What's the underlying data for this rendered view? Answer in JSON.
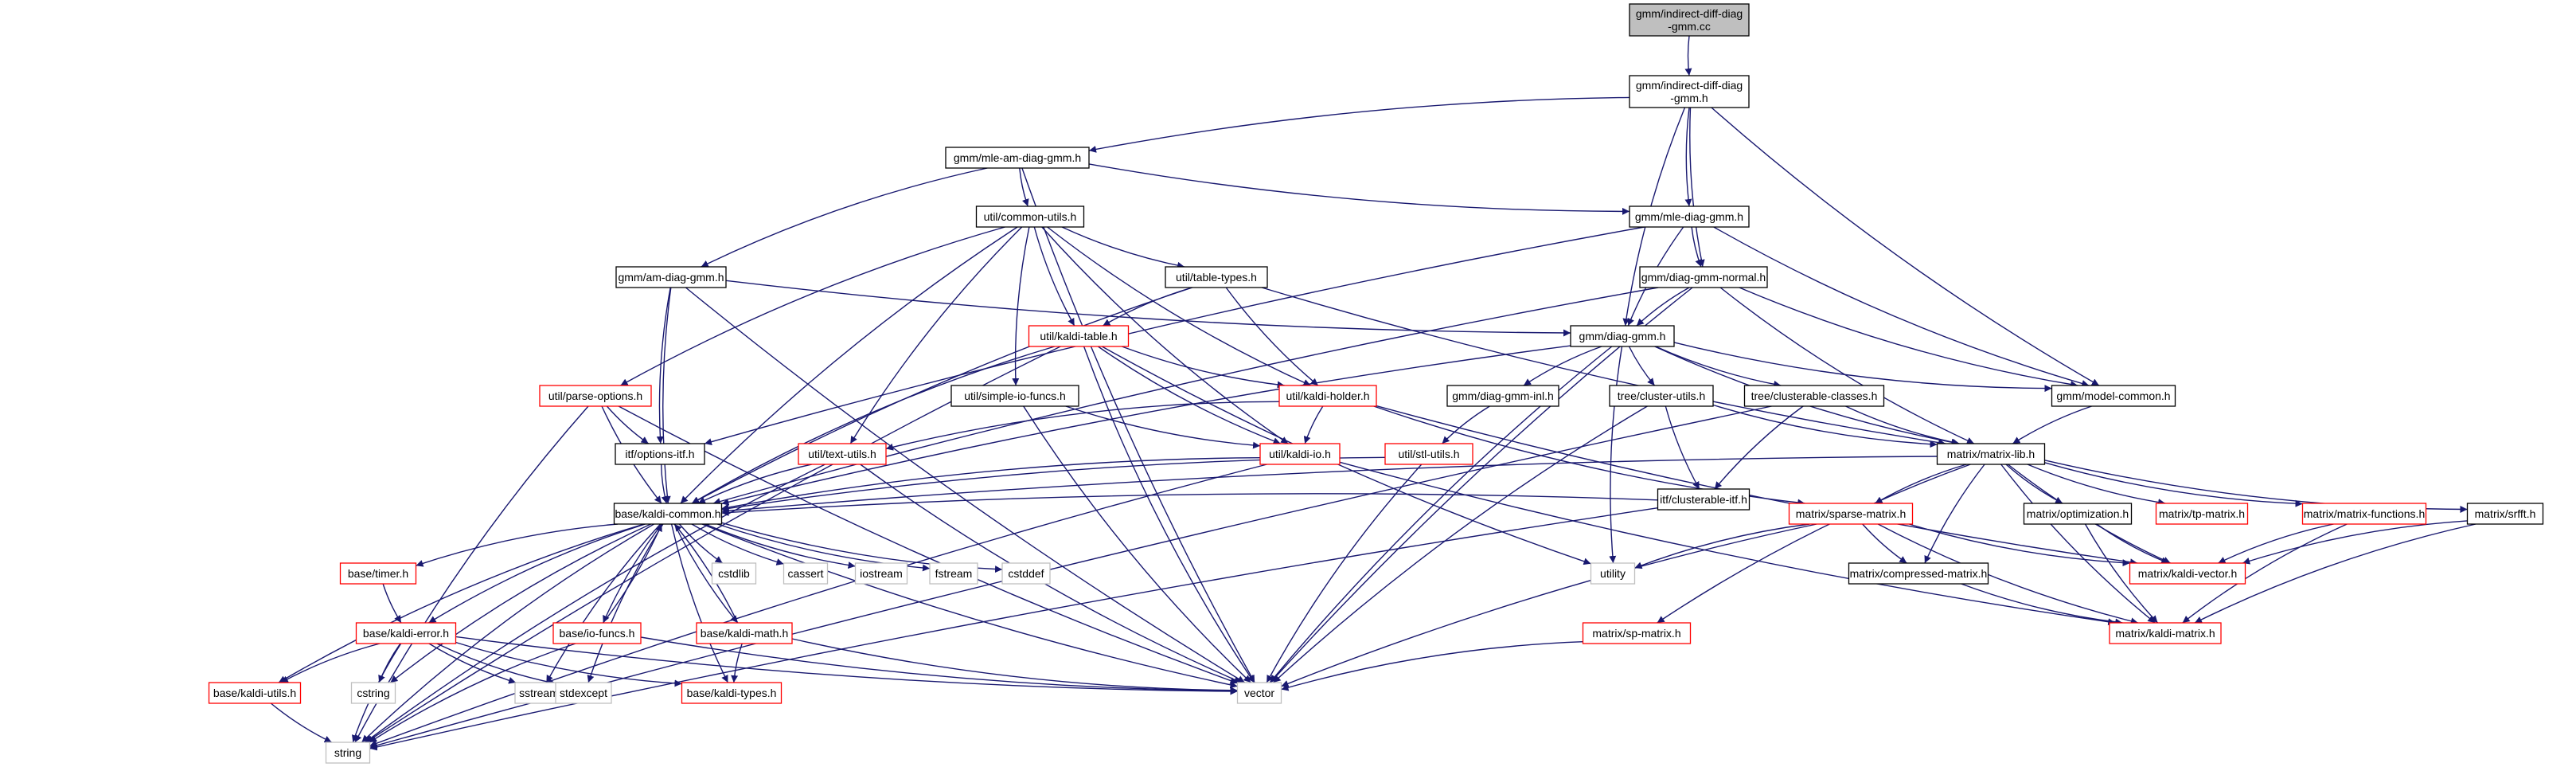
{
  "graph": {
    "nodes": [
      {
        "id": "root",
        "label": "gmm/indirect-diff-diag\n-gmm.cc",
        "kind": "root"
      },
      {
        "id": "indirect_h",
        "label": "gmm/indirect-diff-diag\n-gmm.h",
        "kind": "normal"
      },
      {
        "id": "mle_am",
        "label": "gmm/mle-am-diag-gmm.h",
        "kind": "normal"
      },
      {
        "id": "mle_diag",
        "label": "gmm/mle-diag-gmm.h",
        "kind": "normal"
      },
      {
        "id": "common_utils",
        "label": "util/common-utils.h",
        "kind": "normal"
      },
      {
        "id": "am_diag",
        "label": "gmm/am-diag-gmm.h",
        "kind": "normal"
      },
      {
        "id": "table_types",
        "label": "util/table-types.h",
        "kind": "normal"
      },
      {
        "id": "diag_normal",
        "label": "gmm/diag-gmm-normal.h",
        "kind": "normal"
      },
      {
        "id": "kaldi_table",
        "label": "util/kaldi-table.h",
        "kind": "red"
      },
      {
        "id": "diag_gmm",
        "label": "gmm/diag-gmm.h",
        "kind": "normal"
      },
      {
        "id": "parse_options",
        "label": "util/parse-options.h",
        "kind": "red"
      },
      {
        "id": "simple_io",
        "label": "util/simple-io-funcs.h",
        "kind": "normal"
      },
      {
        "id": "kaldi_holder",
        "label": "util/kaldi-holder.h",
        "kind": "red"
      },
      {
        "id": "diag_inl",
        "label": "gmm/diag-gmm-inl.h",
        "kind": "normal"
      },
      {
        "id": "cluster_utils",
        "label": "tree/cluster-utils.h",
        "kind": "normal"
      },
      {
        "id": "clusterable_classes",
        "label": "tree/clusterable-classes.h",
        "kind": "normal"
      },
      {
        "id": "model_common",
        "label": "gmm/model-common.h",
        "kind": "normal"
      },
      {
        "id": "options_itf",
        "label": "itf/options-itf.h",
        "kind": "normal"
      },
      {
        "id": "text_utils",
        "label": "util/text-utils.h",
        "kind": "red"
      },
      {
        "id": "kaldi_io",
        "label": "util/kaldi-io.h",
        "kind": "red"
      },
      {
        "id": "stl_utils",
        "label": "util/stl-utils.h",
        "kind": "red"
      },
      {
        "id": "clusterable_itf",
        "label": "itf/clusterable-itf.h",
        "kind": "normal"
      },
      {
        "id": "matrix_lib",
        "label": "matrix/matrix-lib.h",
        "kind": "normal"
      },
      {
        "id": "kaldi_common",
        "label": "base/kaldi-common.h",
        "kind": "normal"
      },
      {
        "id": "sparse_matrix",
        "label": "matrix/sparse-matrix.h",
        "kind": "red"
      },
      {
        "id": "optimization",
        "label": "matrix/optimization.h",
        "kind": "normal"
      },
      {
        "id": "tp_matrix",
        "label": "matrix/tp-matrix.h",
        "kind": "red"
      },
      {
        "id": "matrix_functions",
        "label": "matrix/matrix-functions.h",
        "kind": "red"
      },
      {
        "id": "srfft",
        "label": "matrix/srfft.h",
        "kind": "normal"
      },
      {
        "id": "cstdlib",
        "label": "cstdlib",
        "kind": "sys"
      },
      {
        "id": "cassert",
        "label": "cassert",
        "kind": "sys"
      },
      {
        "id": "iostream",
        "label": "iostream",
        "kind": "sys"
      },
      {
        "id": "fstream",
        "label": "fstream",
        "kind": "sys"
      },
      {
        "id": "cstddef",
        "label": "cstddef",
        "kind": "sys"
      },
      {
        "id": "timer",
        "label": "base/timer.h",
        "kind": "red"
      },
      {
        "id": "utility",
        "label": "utility",
        "kind": "sys"
      },
      {
        "id": "compressed",
        "label": "matrix/compressed-matrix.h",
        "kind": "normal"
      },
      {
        "id": "kaldi_vector",
        "label": "matrix/kaldi-vector.h",
        "kind": "red"
      },
      {
        "id": "kaldi_error",
        "label": "base/kaldi-error.h",
        "kind": "red"
      },
      {
        "id": "io_funcs",
        "label": "base/io-funcs.h",
        "kind": "red"
      },
      {
        "id": "kaldi_math",
        "label": "base/kaldi-math.h",
        "kind": "red"
      },
      {
        "id": "sp_matrix",
        "label": "matrix/sp-matrix.h",
        "kind": "red"
      },
      {
        "id": "kaldi_matrix",
        "label": "matrix/kaldi-matrix.h",
        "kind": "red"
      },
      {
        "id": "cstring",
        "label": "cstring",
        "kind": "sys"
      },
      {
        "id": "sstream",
        "label": "sstream",
        "kind": "sys"
      },
      {
        "id": "stdexcept",
        "label": "stdexcept",
        "kind": "sys"
      },
      {
        "id": "vector",
        "label": "vector",
        "kind": "sys"
      },
      {
        "id": "kaldi_utils",
        "label": "base/kaldi-utils.h",
        "kind": "red"
      },
      {
        "id": "kaldi_types",
        "label": "base/kaldi-types.h",
        "kind": "red"
      },
      {
        "id": "string",
        "label": "string",
        "kind": "sys"
      }
    ],
    "edges": [
      [
        "root",
        "indirect_h"
      ],
      [
        "indirect_h",
        "mle_am"
      ],
      [
        "indirect_h",
        "diag_gmm"
      ],
      [
        "indirect_h",
        "mle_diag"
      ],
      [
        "indirect_h",
        "diag_normal"
      ],
      [
        "indirect_h",
        "model_common"
      ],
      [
        "mle_am",
        "am_diag"
      ],
      [
        "mle_am",
        "mle_diag"
      ],
      [
        "mle_am",
        "common_utils"
      ],
      [
        "mle_am",
        "vector"
      ],
      [
        "mle_diag",
        "diag_gmm"
      ],
      [
        "mle_diag",
        "diag_normal"
      ],
      [
        "mle_diag",
        "model_common"
      ],
      [
        "mle_diag",
        "options_itf"
      ],
      [
        "common_utils",
        "kaldi_common"
      ],
      [
        "common_utils",
        "parse_options"
      ],
      [
        "common_utils",
        "simple_io"
      ],
      [
        "common_utils",
        "kaldi_holder"
      ],
      [
        "common_utils",
        "kaldi_table"
      ],
      [
        "common_utils",
        "table_types"
      ],
      [
        "common_utils",
        "kaldi_io"
      ],
      [
        "common_utils",
        "text_utils"
      ],
      [
        "am_diag",
        "kaldi_common"
      ],
      [
        "am_diag",
        "diag_gmm"
      ],
      [
        "am_diag",
        "options_itf"
      ],
      [
        "am_diag",
        "vector"
      ],
      [
        "table_types",
        "kaldi_table"
      ],
      [
        "table_types",
        "kaldi_holder"
      ],
      [
        "table_types",
        "matrix_lib"
      ],
      [
        "table_types",
        "kaldi_common"
      ],
      [
        "diag_normal",
        "diag_gmm"
      ],
      [
        "diag_normal",
        "model_common"
      ],
      [
        "diag_normal",
        "matrix_lib"
      ],
      [
        "diag_normal",
        "vector"
      ],
      [
        "diag_normal",
        "kaldi_common"
      ],
      [
        "kaldi_table",
        "kaldi_holder"
      ],
      [
        "kaldi_table",
        "kaldi_io"
      ],
      [
        "kaldi_table",
        "kaldi_common"
      ],
      [
        "kaldi_table",
        "string"
      ],
      [
        "kaldi_table",
        "utility"
      ],
      [
        "kaldi_table",
        "vector"
      ],
      [
        "diag_gmm",
        "diag_inl"
      ],
      [
        "diag_gmm",
        "cluster_utils"
      ],
      [
        "diag_gmm",
        "clusterable_classes"
      ],
      [
        "diag_gmm",
        "model_common"
      ],
      [
        "diag_gmm",
        "matrix_lib"
      ],
      [
        "diag_gmm",
        "kaldi_common"
      ],
      [
        "diag_gmm",
        "vector"
      ],
      [
        "diag_gmm",
        "utility"
      ],
      [
        "parse_options",
        "options_itf"
      ],
      [
        "parse_options",
        "kaldi_common"
      ],
      [
        "parse_options",
        "string"
      ],
      [
        "parse_options",
        "vector"
      ],
      [
        "simple_io",
        "kaldi_io"
      ],
      [
        "simple_io",
        "vector"
      ],
      [
        "kaldi_holder",
        "kaldi_io"
      ],
      [
        "kaldi_holder",
        "text_utils"
      ],
      [
        "kaldi_holder",
        "kaldi_vector"
      ],
      [
        "kaldi_holder",
        "sparse_matrix"
      ],
      [
        "diag_inl",
        "stl_utils"
      ],
      [
        "cluster_utils",
        "clusterable_itf"
      ],
      [
        "cluster_utils",
        "matrix_lib"
      ],
      [
        "cluster_utils",
        "vector"
      ],
      [
        "clusterable_classes",
        "clusterable_itf"
      ],
      [
        "clusterable_classes",
        "matrix_lib"
      ],
      [
        "clusterable_classes",
        "string"
      ],
      [
        "model_common",
        "matrix_lib"
      ],
      [
        "options_itf",
        "kaldi_common"
      ],
      [
        "text_utils",
        "kaldi_common"
      ],
      [
        "text_utils",
        "string"
      ],
      [
        "text_utils",
        "vector"
      ],
      [
        "kaldi_io",
        "kaldi_common"
      ],
      [
        "kaldi_io",
        "kaldi_matrix"
      ],
      [
        "kaldi_io",
        "string"
      ],
      [
        "stl_utils",
        "kaldi_common"
      ],
      [
        "stl_utils",
        "vector"
      ],
      [
        "clusterable_itf",
        "kaldi_common"
      ],
      [
        "clusterable_itf",
        "string"
      ],
      [
        "matrix_lib",
        "kaldi_common"
      ],
      [
        "matrix_lib",
        "sparse_matrix"
      ],
      [
        "matrix_lib",
        "optimization"
      ],
      [
        "matrix_lib",
        "tp_matrix"
      ],
      [
        "matrix_lib",
        "matrix_functions"
      ],
      [
        "matrix_lib",
        "srfft"
      ],
      [
        "matrix_lib",
        "kaldi_vector"
      ],
      [
        "matrix_lib",
        "kaldi_matrix"
      ],
      [
        "matrix_lib",
        "compressed"
      ],
      [
        "matrix_lib",
        "sp_matrix"
      ],
      [
        "kaldi_common",
        "cstdlib"
      ],
      [
        "kaldi_common",
        "cassert"
      ],
      [
        "kaldi_common",
        "iostream"
      ],
      [
        "kaldi_common",
        "fstream"
      ],
      [
        "kaldi_common",
        "cstddef"
      ],
      [
        "kaldi_common",
        "timer"
      ],
      [
        "kaldi_common",
        "kaldi_error"
      ],
      [
        "kaldi_common",
        "io_funcs"
      ],
      [
        "kaldi_common",
        "kaldi_math"
      ],
      [
        "kaldi_common",
        "kaldi_utils"
      ],
      [
        "kaldi_common",
        "kaldi_types"
      ],
      [
        "kaldi_common",
        "sstream"
      ],
      [
        "kaldi_common",
        "stdexcept"
      ],
      [
        "kaldi_common",
        "vector"
      ],
      [
        "kaldi_common",
        "string"
      ],
      [
        "kaldi_common",
        "cstring"
      ],
      [
        "sparse_matrix",
        "compressed"
      ],
      [
        "sparse_matrix",
        "kaldi_vector"
      ],
      [
        "sparse_matrix",
        "kaldi_matrix"
      ],
      [
        "sparse_matrix",
        "utility"
      ],
      [
        "sparse_matrix",
        "vector"
      ],
      [
        "optimization",
        "kaldi_vector"
      ],
      [
        "optimization",
        "kaldi_matrix"
      ],
      [
        "matrix_functions",
        "kaldi_vector"
      ],
      [
        "matrix_functions",
        "kaldi_matrix"
      ],
      [
        "srfft",
        "kaldi_vector"
      ],
      [
        "srfft",
        "kaldi_matrix"
      ],
      [
        "compressed",
        "kaldi_matrix"
      ],
      [
        "timer",
        "kaldi_error"
      ],
      [
        "kaldi_error",
        "kaldi_utils"
      ],
      [
        "kaldi_error",
        "kaldi_types"
      ],
      [
        "kaldi_error",
        "cstring"
      ],
      [
        "kaldi_error",
        "sstream"
      ],
      [
        "kaldi_error",
        "stdexcept"
      ],
      [
        "kaldi_error",
        "vector"
      ],
      [
        "kaldi_error",
        "string"
      ],
      [
        "io_funcs",
        "kaldi_common"
      ],
      [
        "io_funcs",
        "vector"
      ],
      [
        "io_funcs",
        "string"
      ],
      [
        "kaldi_math",
        "kaldi_common"
      ],
      [
        "kaldi_math",
        "kaldi_types"
      ],
      [
        "kaldi_math",
        "vector"
      ],
      [
        "sp_matrix",
        "vector"
      ],
      [
        "kaldi_utils",
        "string"
      ]
    ]
  }
}
